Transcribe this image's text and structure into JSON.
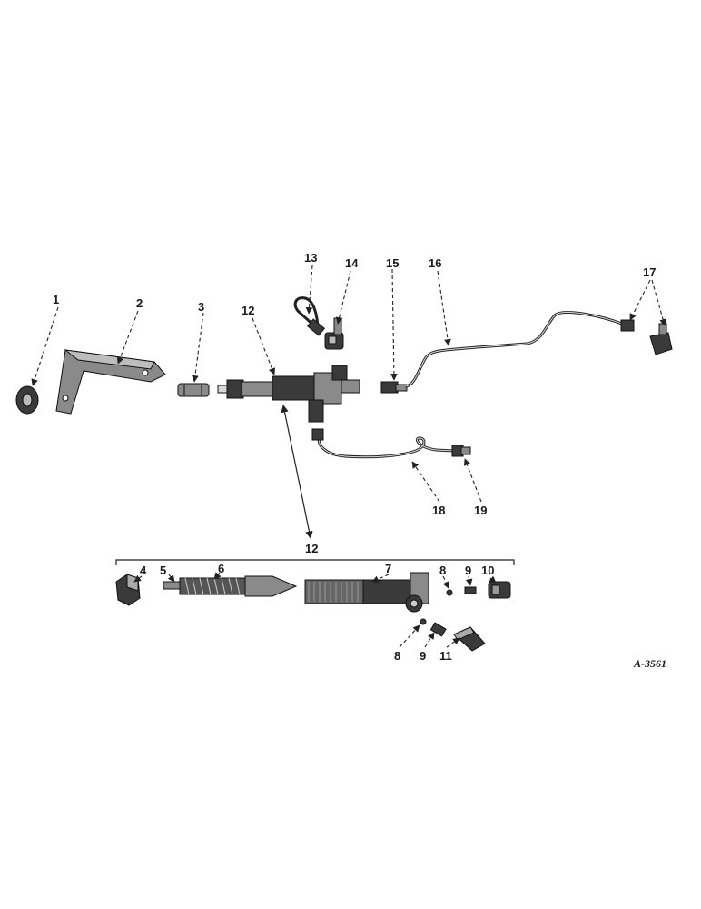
{
  "figure_code": "A-3561",
  "callouts": {
    "c1": "1",
    "c2": "2",
    "c3": "3",
    "c12a": "12",
    "c13": "13",
    "c14": "14",
    "c15": "15",
    "c16": "16",
    "c17": "17",
    "c18": "18",
    "c19": "19",
    "c12b": "12",
    "c4": "4",
    "c5": "5",
    "c6": "6",
    "c7": "7",
    "c8a": "8",
    "c9a": "9",
    "c10": "10",
    "c8b": "8",
    "c9b": "9",
    "c11": "11"
  }
}
